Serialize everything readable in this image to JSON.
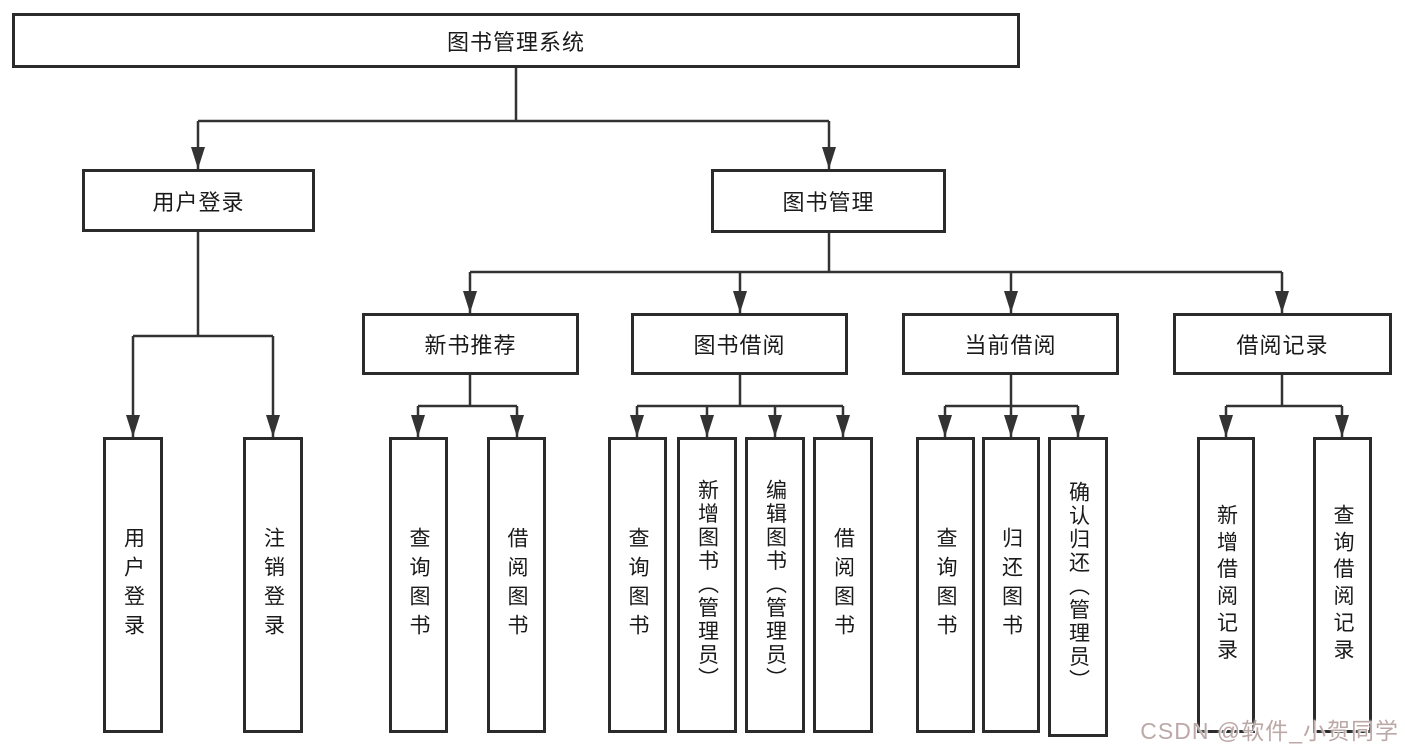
{
  "diagram": {
    "root": {
      "label": "图书管理系统"
    },
    "branches": [
      {
        "label": "用户登录",
        "children": [
          {
            "label": "用户登录"
          },
          {
            "label": "注销登录"
          }
        ]
      },
      {
        "label": "图书管理",
        "children": [
          {
            "label": "新书推荐",
            "children": [
              {
                "label": "查询图书"
              },
              {
                "label": "借阅图书"
              }
            ]
          },
          {
            "label": "图书借阅",
            "children": [
              {
                "label": "查询图书"
              },
              {
                "label": "新增图书（管理员）"
              },
              {
                "label": "编辑图书（管理员）"
              },
              {
                "label": "借阅图书"
              }
            ]
          },
          {
            "label": "当前借阅",
            "children": [
              {
                "label": "查询图书"
              },
              {
                "label": "归还图书"
              },
              {
                "label": "确认归还（管理员）"
              }
            ]
          },
          {
            "label": "借阅记录",
            "children": [
              {
                "label": "新增借阅记录"
              },
              {
                "label": "查询借阅记录"
              }
            ]
          }
        ]
      }
    ]
  },
  "watermark": {
    "text": "CSDN @软件_小贺同学"
  },
  "colors": {
    "line": "#333333",
    "box_border": "#2b2b2b",
    "box_fill": "#ffffff",
    "text": "#1a1a1a",
    "watermark": "#bda8a8",
    "background": "#ffffff"
  }
}
